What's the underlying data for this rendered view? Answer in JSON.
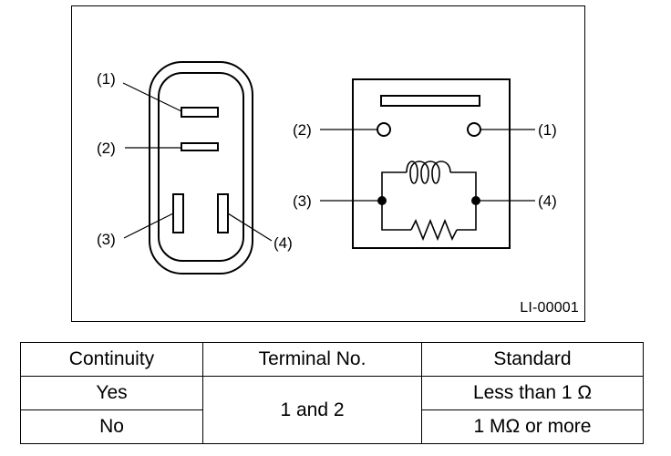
{
  "figure": {
    "connector_labels": [
      "(1)",
      "(2)",
      "(3)",
      "(4)"
    ],
    "circuit_labels": [
      "(2)",
      "(1)",
      "(3)",
      "(4)"
    ],
    "id": "LI-00001"
  },
  "table": {
    "headers": [
      "Continuity",
      "Terminal No.",
      "Standard"
    ],
    "rows": [
      {
        "continuity": "Yes",
        "terminal": "1 and 2",
        "standard": "Less than 1 Ω"
      },
      {
        "continuity": "No",
        "standard": "1 MΩ or more"
      }
    ]
  }
}
